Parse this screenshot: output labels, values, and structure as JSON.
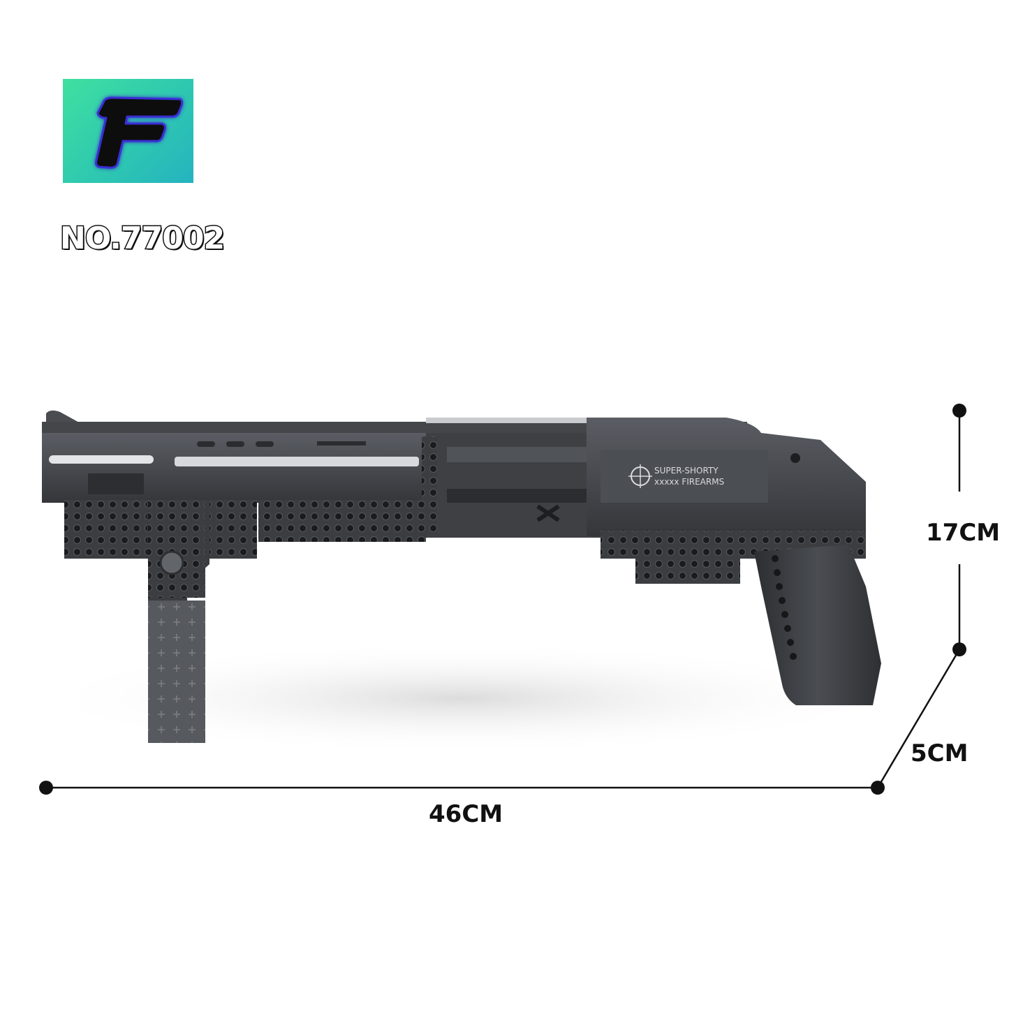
{
  "logo": {
    "letter": "F"
  },
  "model_number": "NO.77002",
  "product": {
    "engraving_line1": "SUPER-SHORTY",
    "engraving_line2": "xxxxx FIREARMS"
  },
  "dimensions": {
    "height": "17CM",
    "depth": "5CM",
    "length": "46CM"
  }
}
